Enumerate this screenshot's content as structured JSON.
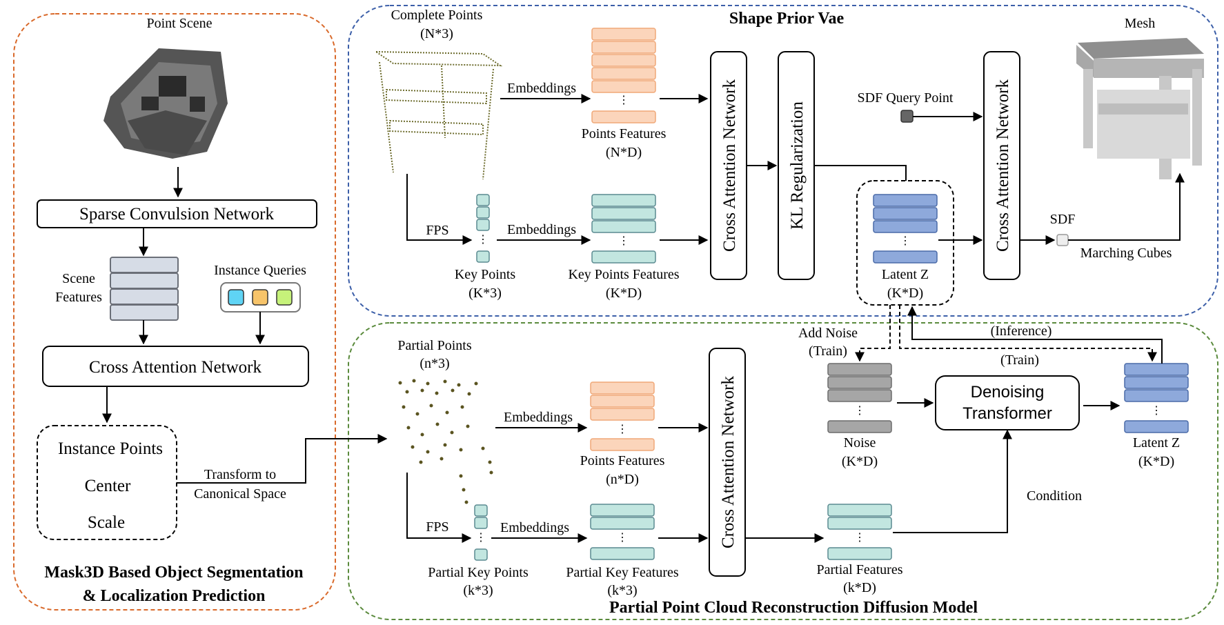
{
  "colors": {
    "orange_border": "#d9692a",
    "blue_border": "#3b5ea8",
    "green_border": "#5a8a3c",
    "points_feature_fill": "#fbd5bb",
    "points_feature_stroke": "#f0a878",
    "key_feature_fill": "#c2e6e0",
    "key_feature_stroke": "#5a8a90",
    "latent_fill": "#8ea9db",
    "latent_stroke": "#4a6aa8",
    "scene_feature_fill": "#d6dce6",
    "scene_feature_stroke": "#6b6f78",
    "noise_fill": "#a6a6a6",
    "noise_stroke": "#6b6b6b",
    "query_blue": "#5fd4f5",
    "query_orange": "#f7c46a",
    "query_green": "#c6f27a",
    "sdf_query_gray": "#666666"
  },
  "left_panel": {
    "title_line1": "Mask3D Based Object Segmentation",
    "title_line2": "& Localization Prediction",
    "point_scene": "Point Scene",
    "sparse_conv": "Sparse Convulsion Network",
    "scene_label_1": "Scene",
    "scene_label_2": "Features",
    "instance_queries": "Instance Queries",
    "cross_attention": "Cross Attention Network",
    "instance_points": "Instance Points",
    "center": "Center",
    "scale": "Scale",
    "transform_1": "Transform to",
    "transform_2": "Canonical Space"
  },
  "top_panel": {
    "title": "Shape Prior Vae",
    "complete_points": "Complete Points",
    "complete_dims": "(N*3)",
    "embeddings_1": "Embeddings",
    "points_features": "Points Features",
    "points_features_dims": "(N*D)",
    "fps": "FPS",
    "key_points": "Key Points",
    "key_points_dims": "(K*3)",
    "embeddings_2": "Embeddings",
    "key_points_features": "Key Points Features",
    "key_points_features_dims": "(K*D)",
    "cross_attention_1": "Cross Attention Network",
    "kl_regularization": "KL Regularization",
    "sdf_query_point": "SDF Query Point",
    "latent_z": "Latent Z",
    "latent_z_dims": "(K*D)",
    "cross_attention_2": "Cross Attention Network",
    "mesh": "Mesh",
    "sdf": "SDF",
    "marching_cubes": "Marching Cubes"
  },
  "bottom_panel": {
    "title": "Partial Point Cloud Reconstruction Diffusion Model",
    "partial_points": "Partial Points",
    "partial_points_dims": "(n*3)",
    "embeddings_1": "Embeddings",
    "points_features": "Points Features",
    "points_features_dims": "(n*D)",
    "fps": "FPS",
    "partial_key_points": "Partial Key Points",
    "partial_key_points_dims": "(k*3)",
    "embeddings_2": "Embeddings",
    "partial_key_features": "Partial Key Features",
    "partial_key_features_dims": "(k*3)",
    "cross_attention": "Cross Attention Network",
    "add_noise": "Add Noise",
    "train_1": "(Train)",
    "noise": "Noise",
    "noise_dims": "(K*D)",
    "denoising_1": "Denoising",
    "denoising_2": "Transformer",
    "inference": "(Inference)",
    "train_2": "(Train)",
    "latent_z": "Latent Z",
    "latent_z_dims": "(K*D)",
    "partial_features": "Partial Features",
    "partial_features_dims": "(k*D)",
    "condition": "Condition"
  }
}
